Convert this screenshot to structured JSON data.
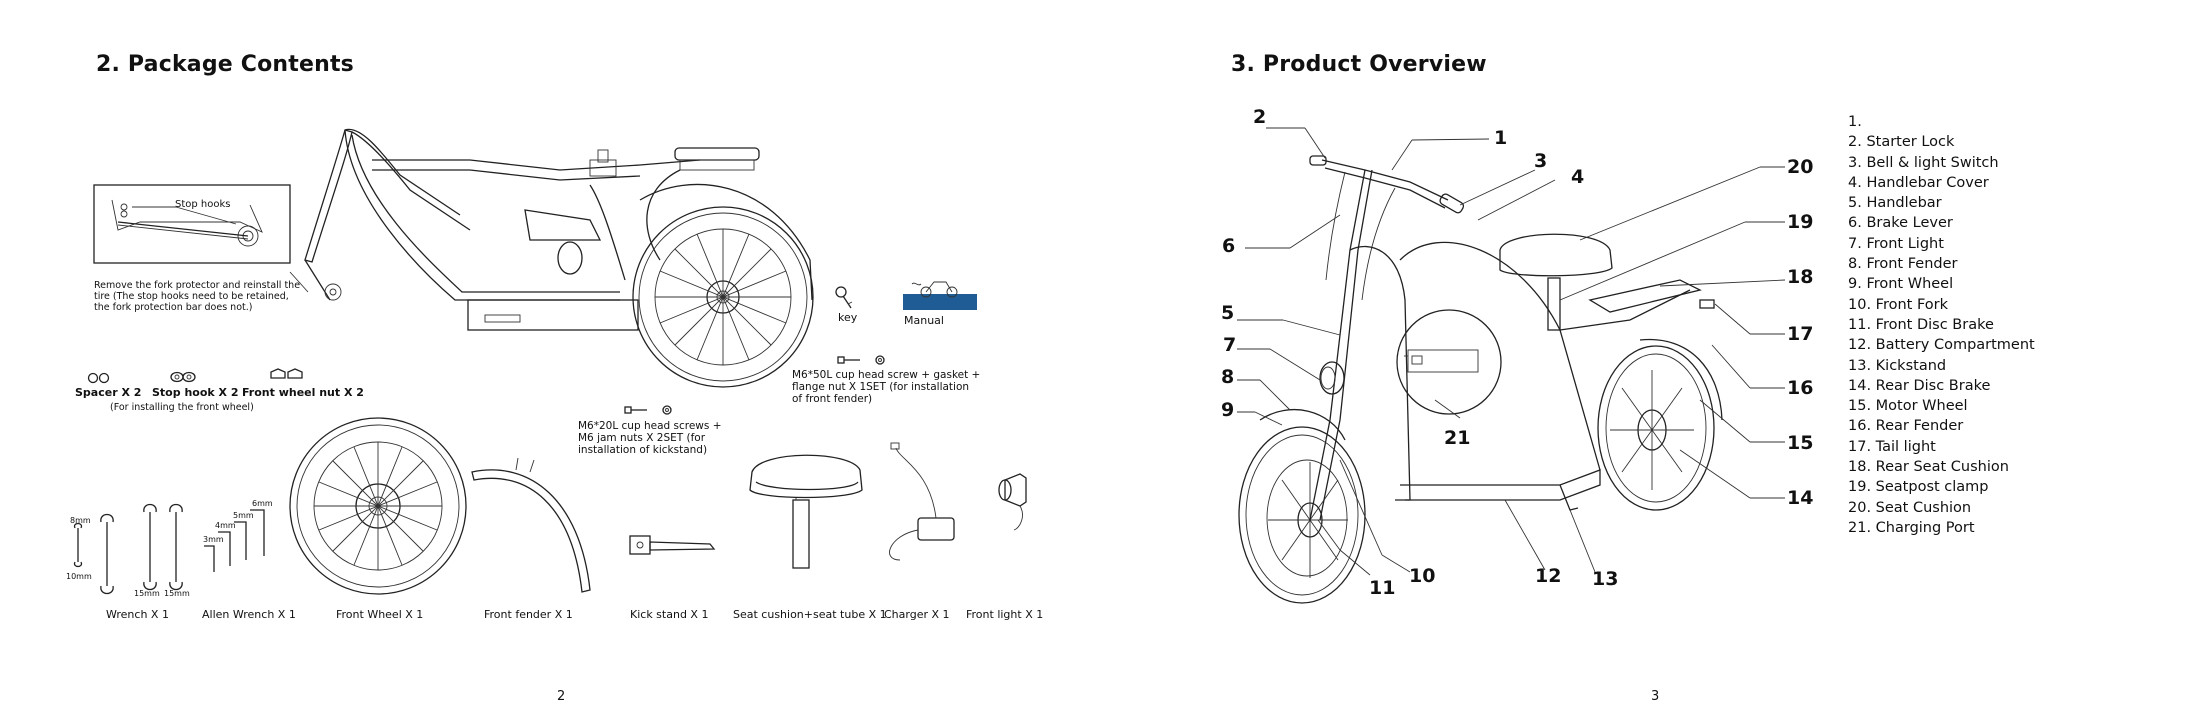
{
  "left_page": {
    "title": "2. Package Contents",
    "inset_label": "Stop hooks",
    "inset_caption": "Remove the fork protector and reinstall the tire (The stop hooks need to be retained, the fork protection bar does not.)",
    "key_label": "key",
    "manual_label": "Manual",
    "screw_set_label": "M6*50L cup head screw + gasket + flange nut X 1SET (for installation of front fender)",
    "kickstand_screw_label": "M6*20L cup head screws + M6 jam nuts X 2SET (for installation of kickstand)",
    "spacer_label": "Spacer X 2",
    "stop_hook_label": "Stop hook X 2",
    "front_wheel_nut_label": "Front wheel nut X 2",
    "stop_hook_note": "(For installing the front wheel)",
    "wrench_sizes": [
      "8mm",
      "10mm",
      "15mm",
      "15mm"
    ],
    "allen_sizes": [
      "3mm",
      "4mm",
      "5mm",
      "6mm"
    ],
    "items": [
      "Wrench X 1",
      "Allen Wrench X 1",
      "Front Wheel X 1",
      "Front fender X 1",
      "Kick stand X 1",
      "Seat cushion+seat tube X 1",
      "Charger X 1",
      "Front light X 1"
    ],
    "page_number": "2"
  },
  "right_page": {
    "title": "3. Product Overview",
    "callouts": [
      "1",
      "2",
      "3",
      "4",
      "5",
      "6",
      "7",
      "8",
      "9",
      "10",
      "11",
      "12",
      "13",
      "14",
      "15",
      "16",
      "17",
      "18",
      "19",
      "20",
      "21"
    ],
    "parts": [
      "1.",
      "2. Starter Lock",
      "3. Bell & light Switch",
      "4. Handlebar Cover",
      "5. Handlebar",
      "6. Brake Lever",
      "7. Front Light",
      "8. Front Fender",
      "9. Front Wheel",
      "10. Front Fork",
      "11. Front Disc Brake",
      "12. Battery Compartment",
      "13. Kickstand",
      "14. Rear Disc Brake",
      "15. Motor Wheel",
      "16. Rear Fender",
      "17. Tail light",
      "18. Rear Seat Cushion",
      "19. Seatpost clamp",
      "20. Seat Cushion",
      "21. Charging Port"
    ],
    "page_number": "3"
  },
  "colors": {
    "ink": "#111111",
    "manual_blue": "#1f5b94"
  }
}
